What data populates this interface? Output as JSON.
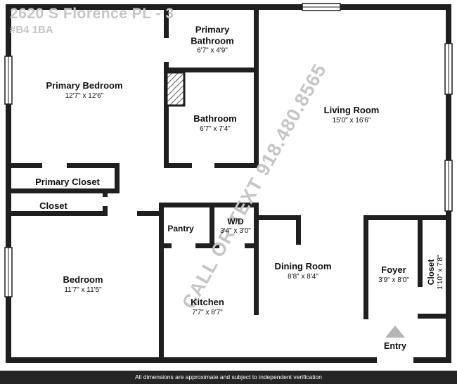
{
  "watermarks": {
    "address_line": "2620 S Florence PL - 3",
    "unit_line": "#B4 1BA",
    "diagonal": "CALL OR TEXT 918.480.8565"
  },
  "rooms": {
    "primary_bathroom": {
      "name": "Primary Bathroom",
      "dims": "6'7\" x 4'9\""
    },
    "primary_bedroom": {
      "name": "Primary Bedroom",
      "dims": "12'7\" x 12'6\""
    },
    "bathroom": {
      "name": "Bathroom",
      "dims": "6'7\" x 7'4\""
    },
    "living_room": {
      "name": "Living Room",
      "dims": "15'0\" x 16'6\""
    },
    "primary_closet": {
      "name": "Primary Closet"
    },
    "closet_left": {
      "name": "Closet"
    },
    "pantry": {
      "name": "Pantry"
    },
    "washer_dryer": {
      "name": "W/D",
      "dims": "3'4\" x 3'0\""
    },
    "bedroom": {
      "name": "Bedroom",
      "dims": "11'7\" x 11'5\""
    },
    "kitchen": {
      "name": "Kitchen",
      "dims": "7'7\" x 8'7\""
    },
    "dining_room": {
      "name": "Dining Room",
      "dims": "8'8\" x 8'4\""
    },
    "foyer": {
      "name": "Foyer",
      "dims": "3'9\" x 8'0\""
    },
    "closet_right": {
      "name": "Closet",
      "dims": "1'10\" x 7'8\""
    }
  },
  "entry_label": "Entry",
  "footer": {
    "disclaimer": "All dimensions are approximate and subject to independent verification"
  },
  "colors": {
    "wall": "#1f1f1f",
    "watermark": "#c6c6c6",
    "footer_bg": "#252525",
    "entry_arrow": "#b5b5b5",
    "background": "#ffffff"
  }
}
